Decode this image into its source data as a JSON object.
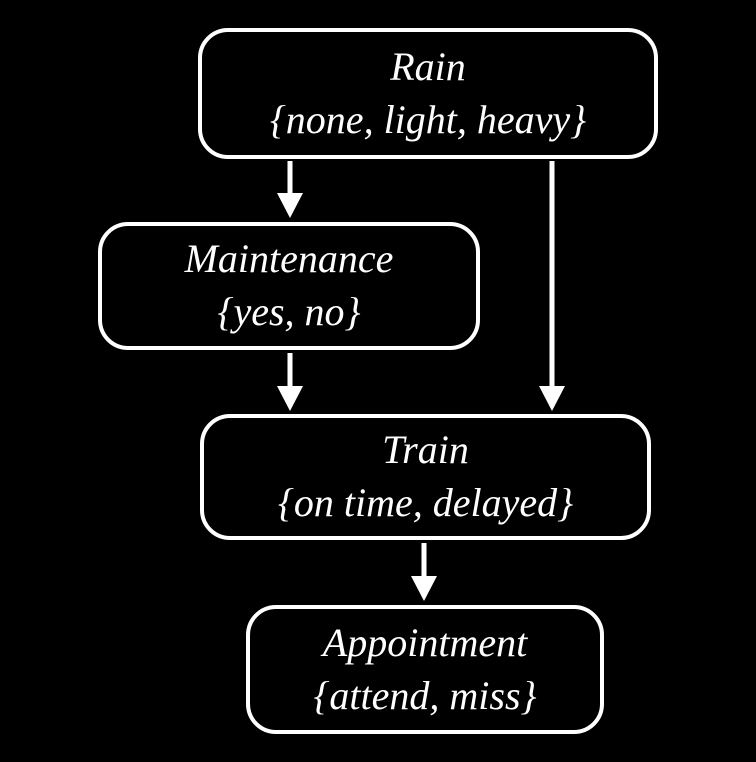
{
  "colors": {
    "background": "#000000",
    "node_border": "#ffffff",
    "text": "#ffffff",
    "arrow": "#ffffff"
  },
  "diagram": {
    "type": "bayesian-network",
    "nodes": [
      {
        "id": "rain",
        "label": "Rain",
        "values": "{none, light, heavy}"
      },
      {
        "id": "maintenance",
        "label": "Maintenance",
        "values": "{yes, no}"
      },
      {
        "id": "train",
        "label": "Train",
        "values": "{on time, delayed}"
      },
      {
        "id": "appointment",
        "label": "Appointment",
        "values": "{attend, miss}"
      }
    ],
    "edges": [
      {
        "from": "rain",
        "to": "maintenance"
      },
      {
        "from": "rain",
        "to": "train"
      },
      {
        "from": "maintenance",
        "to": "train"
      },
      {
        "from": "train",
        "to": "appointment"
      }
    ]
  }
}
